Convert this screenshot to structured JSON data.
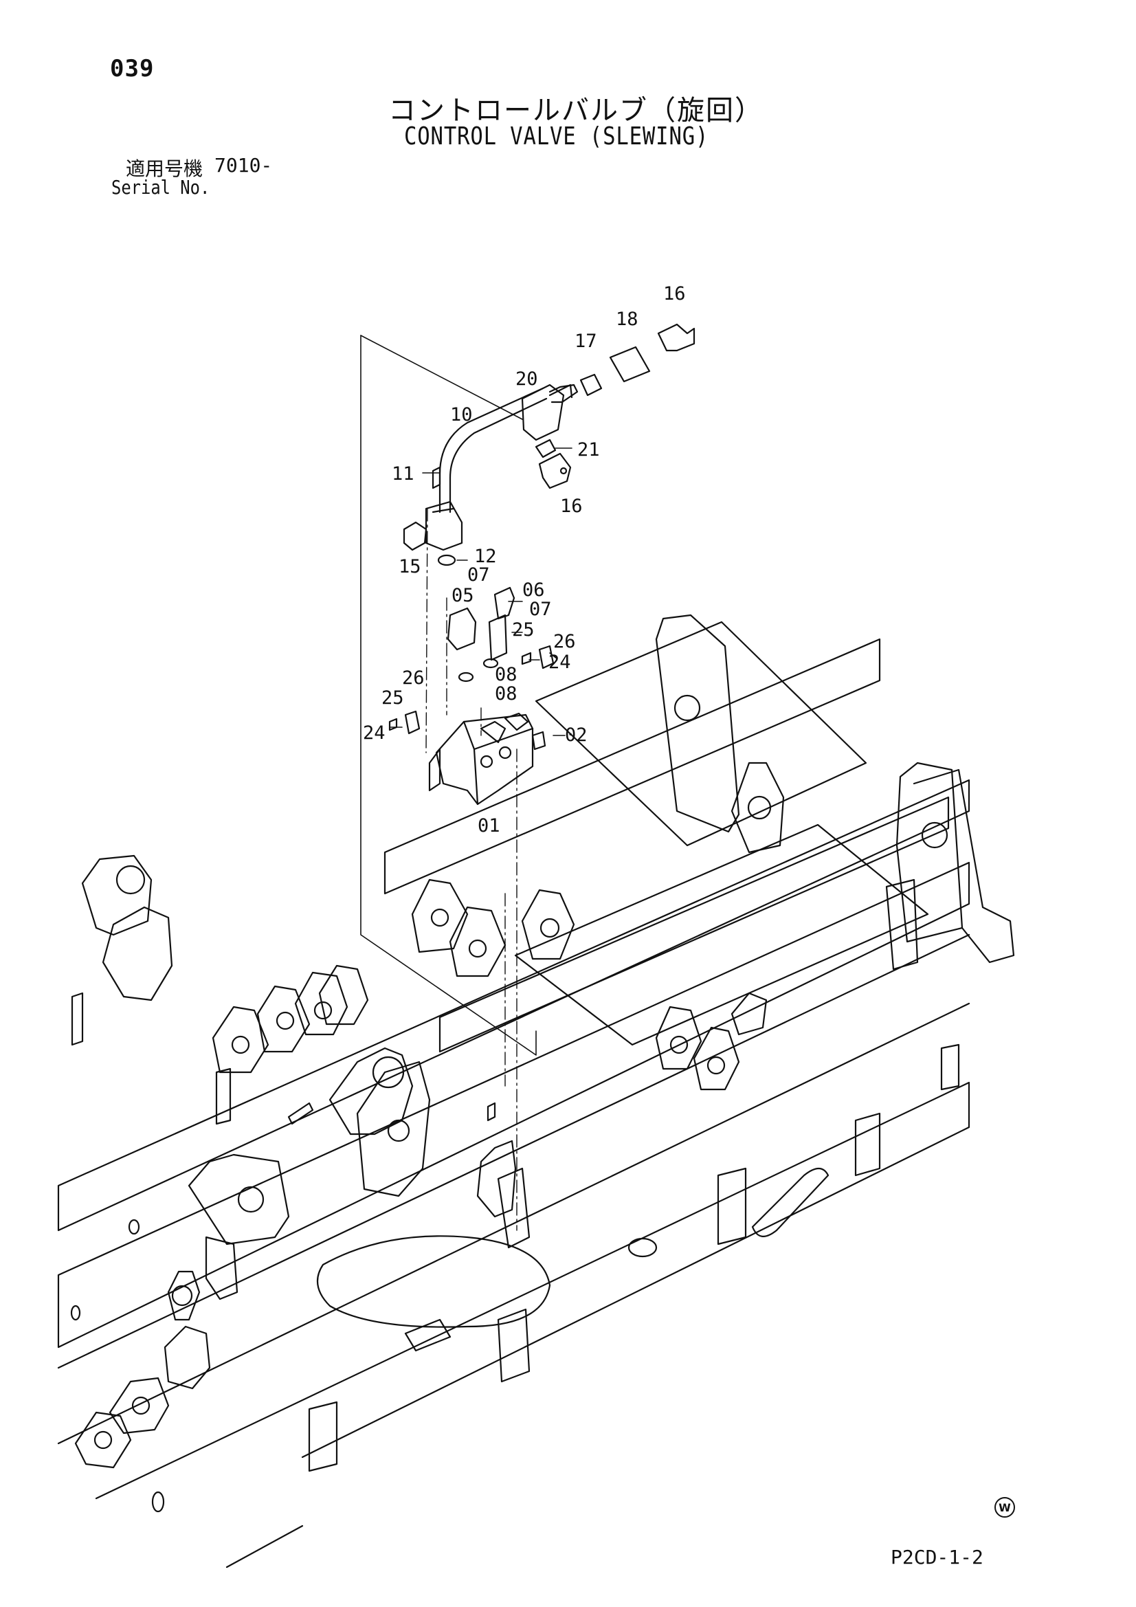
{
  "header": {
    "page_number": "039",
    "title_jp": "コントロールバルブ（旋回）",
    "title_en": "CONTROL VALVE (SLEWING)",
    "serial_label_jp": "適用号機",
    "serial_label_en": "Serial No.",
    "serial_value": "7010-"
  },
  "footer": {
    "drawing_code": "P2CD-1-2",
    "watermark_symbol": "W"
  },
  "parts": [
    {
      "id": "p16a",
      "label": "16"
    },
    {
      "id": "p18",
      "label": "18"
    },
    {
      "id": "p17",
      "label": "17"
    },
    {
      "id": "p20",
      "label": "20"
    },
    {
      "id": "p10",
      "label": "10"
    },
    {
      "id": "p21",
      "label": "21"
    },
    {
      "id": "p11",
      "label": "11"
    },
    {
      "id": "p16b",
      "label": "16"
    },
    {
      "id": "p15",
      "label": "15"
    },
    {
      "id": "p12",
      "label": "12"
    },
    {
      "id": "p07a",
      "label": "07"
    },
    {
      "id": "p06",
      "label": "06"
    },
    {
      "id": "p05",
      "label": "05"
    },
    {
      "id": "p07b",
      "label": "07"
    },
    {
      "id": "p25a",
      "label": "25"
    },
    {
      "id": "p26a",
      "label": "26"
    },
    {
      "id": "p24a",
      "label": "24"
    },
    {
      "id": "p08a",
      "label": "08"
    },
    {
      "id": "p08b",
      "label": "08"
    },
    {
      "id": "p26b",
      "label": "26"
    },
    {
      "id": "p25b",
      "label": "25"
    },
    {
      "id": "p24b",
      "label": "24"
    },
    {
      "id": "p02",
      "label": "02"
    },
    {
      "id": "p01",
      "label": "01"
    }
  ]
}
